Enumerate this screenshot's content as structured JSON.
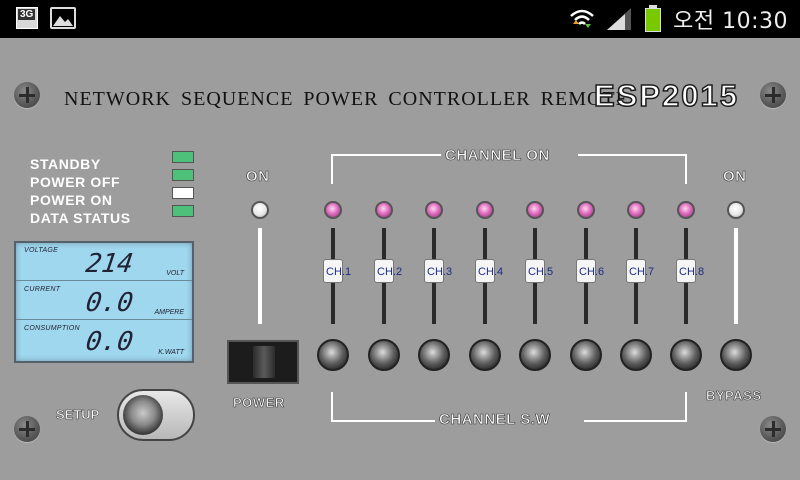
{
  "status_bar": {
    "network_badge": "3G",
    "clock": "오전 10:30",
    "icons": [
      "3g-badge-icon",
      "gallery-icon",
      "wifi-icon",
      "signal-icon",
      "battery-icon"
    ]
  },
  "header": {
    "title": "NETWORK SEQUENCE POWER CONTROLLER REMOTE",
    "model": "ESP2015"
  },
  "status_list": [
    {
      "label": "STANDBY",
      "led": "green"
    },
    {
      "label": "POWER OFF",
      "led": "green"
    },
    {
      "label": "POWER ON",
      "led": "white"
    },
    {
      "label": "DATA STATUS",
      "led": "green"
    }
  ],
  "display": {
    "voltage": {
      "label": "VOLTAGE",
      "value": "214",
      "unit": "VOLT"
    },
    "current": {
      "label": "CURRENT",
      "value": "0.0",
      "unit": "AMPERE"
    },
    "consumption": {
      "label": "CONSUMPTION",
      "value": "0.0",
      "unit": "K.WATT"
    }
  },
  "controls": {
    "setup_label": "SETUP",
    "power_on_label": "ON",
    "power_label": "POWER",
    "channel_on_label": "CHANNEL ON",
    "channel_sw_label": "CHANNEL S.W",
    "bypass_on_label": "ON",
    "bypass_label": "BYPASS"
  },
  "channels": [
    {
      "label": "CH.1"
    },
    {
      "label": "CH.2"
    },
    {
      "label": "CH.3"
    },
    {
      "label": "CH.4"
    },
    {
      "label": "CH.5"
    },
    {
      "label": "CH.6"
    },
    {
      "label": "CH.7"
    },
    {
      "label": "CH.8"
    }
  ],
  "colors": {
    "panel": "#9d9d9d",
    "led_green": "#4fc07a",
    "led_pink": "#e070c0",
    "lcd": "#9fd7ef",
    "channel_text": "#1d2c8a"
  }
}
